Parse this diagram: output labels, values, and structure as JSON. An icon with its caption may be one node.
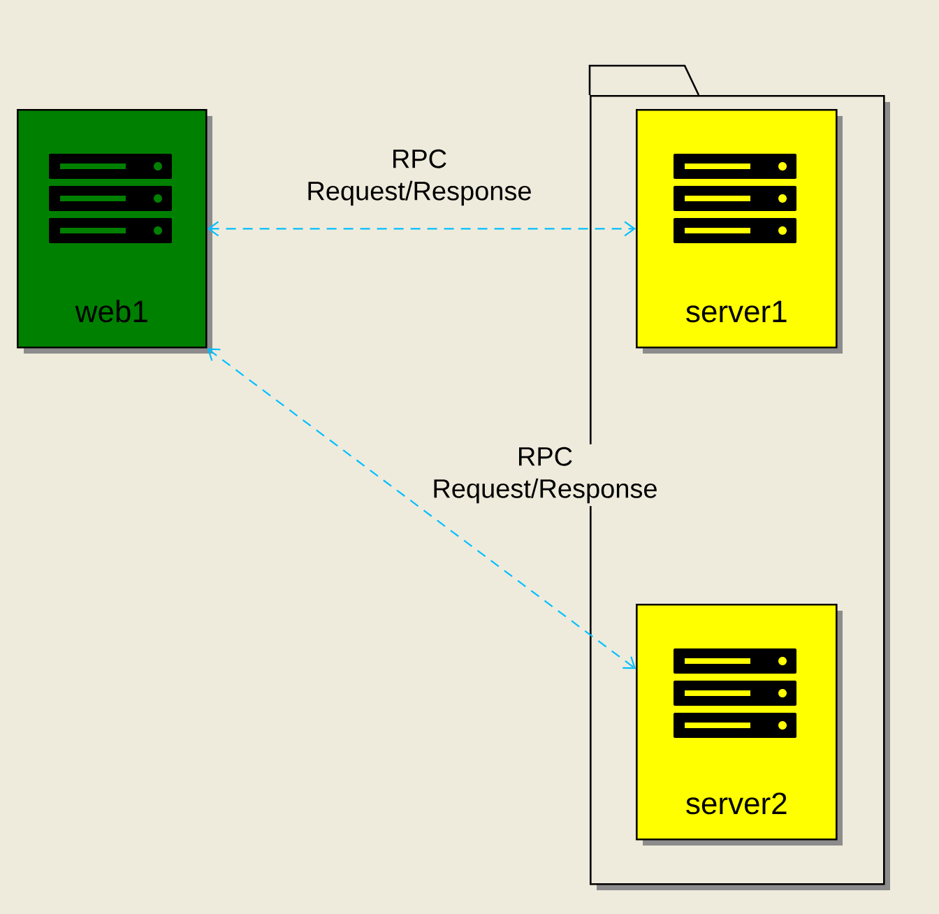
{
  "diagram": {
    "nodes": [
      {
        "text": [
          "web1"
        ]
      },
      {
        "text": [],
        "shape": "folder"
      },
      {
        "text": [
          "server1"
        ],
        "in": 1
      },
      {
        "text": [
          "server2"
        ],
        "in": 1
      }
    ],
    "edges": [
      {
        "from": 0,
        "to": 2,
        "arrow": "both",
        "label": "RPC Request/Response",
        "style": "dashed"
      },
      {
        "from": 0,
        "to": 3,
        "arrow": "both",
        "label": "RPC Request/Response",
        "style": "dashed"
      }
    ]
  }
}
